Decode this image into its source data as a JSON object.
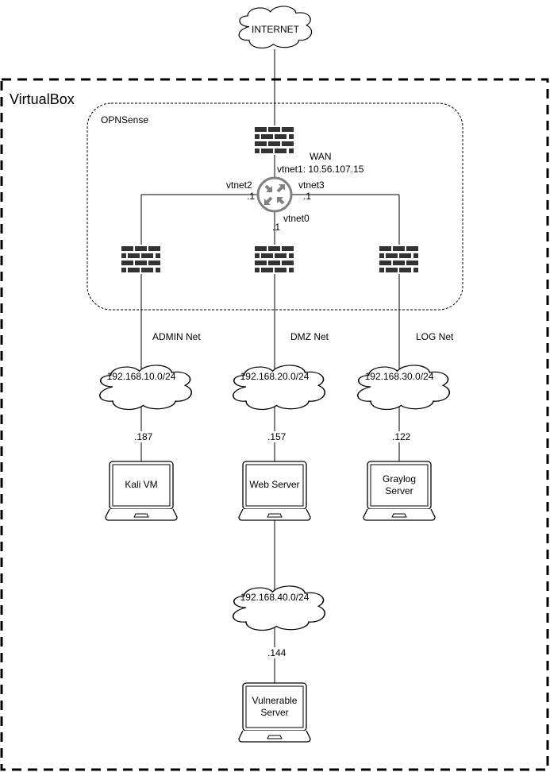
{
  "diagram": {
    "title": "VirtualBox",
    "internet": {
      "label": "INTERNET"
    },
    "opnsense": {
      "label": "OPNSense",
      "wan_label": "WAN",
      "wan_interface": "vtnet1: 10.56.107.15",
      "interfaces": [
        {
          "name": "vtnet2",
          "ip": ".1"
        },
        {
          "name": "vtnet3",
          "ip": ".1"
        },
        {
          "name": "vtnet0",
          "ip": ".1"
        }
      ]
    },
    "networks": [
      {
        "name": "ADMIN Net",
        "subnet": "192.168.10.0/24",
        "host_ip": ".187",
        "host": "Kali VM"
      },
      {
        "name": "DMZ Net",
        "subnet": "192.168.20.0/24",
        "host_ip": ".157",
        "host": "Web Server"
      },
      {
        "name": "LOG Net",
        "subnet": "192.168.30.0/24",
        "host_ip": ".122",
        "host_line1": "Graylog",
        "host_line2": "Server"
      }
    ],
    "internal": {
      "subnet": "192.168.40.0/24",
      "host_ip": ".144",
      "host_line1": "Vulnerable",
      "host_line2": "Server"
    },
    "colors": {
      "line": "#000000",
      "firewall": "#333333",
      "router": "#808080"
    }
  }
}
